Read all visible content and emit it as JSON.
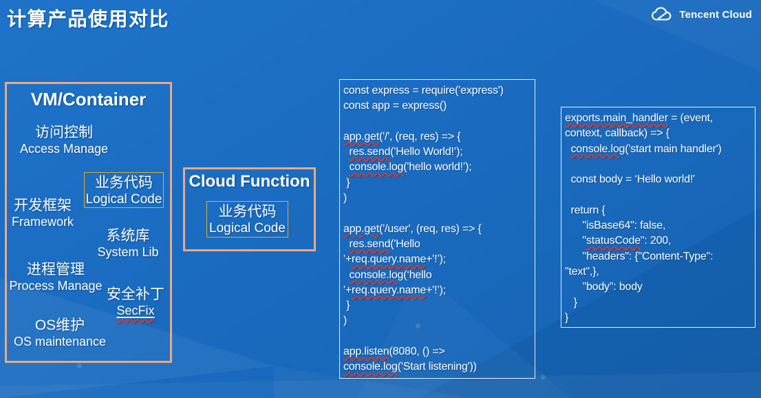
{
  "slide": {
    "title": "计算产品使用对比"
  },
  "brand": {
    "name": "Tencent Cloud",
    "icon": "tencent-cloud-icon"
  },
  "vm_box": {
    "title": "VM/Container",
    "items": [
      {
        "zh": "访问控制",
        "en": "Access Manage"
      },
      {
        "zh": "开发框架",
        "en": "Framework"
      },
      {
        "zh": "系统库",
        "en": "System Lib"
      },
      {
        "zh": "进程管理",
        "en": "Process Manage"
      },
      {
        "zh": "安全补丁",
        "en": "SecFix"
      },
      {
        "zh": "OS维护",
        "en": "OS maintenance"
      }
    ],
    "logical_code": {
      "zh": "业务代码",
      "en": "Logical Code"
    }
  },
  "cloud_function_box": {
    "title": "Cloud Function",
    "logical_code": {
      "zh": "业务代码",
      "en": "Logical Code"
    }
  },
  "code_block_express": {
    "lines": [
      [
        {
          "t": "const express = require('express')"
        }
      ],
      [
        {
          "t": "const app = express()"
        }
      ],
      [],
      [
        {
          "t": "app.get",
          "sq": true
        },
        {
          "t": "('/', (req, res) => {"
        }
      ],
      [
        {
          "t": "  "
        },
        {
          "t": "res.send",
          "sq": true
        },
        {
          "t": "('Hello World!’);"
        }
      ],
      [
        {
          "t": "  "
        },
        {
          "t": "console.log",
          "sq": true
        },
        {
          "t": "('hello world!’);"
        }
      ],
      [
        {
          "t": " }"
        }
      ],
      [
        {
          "t": ")"
        }
      ],
      [],
      [
        {
          "t": "app.get",
          "sq": true
        },
        {
          "t": "('/user', (req, res) => {"
        }
      ],
      [
        {
          "t": "  "
        },
        {
          "t": "res.send",
          "sq": true
        },
        {
          "t": "('Hello"
        }
      ],
      [
        {
          "t": "'+"
        },
        {
          "t": "req.query.name",
          "sq": true
        },
        {
          "t": "+'!’);"
        }
      ],
      [
        {
          "t": "  "
        },
        {
          "t": "console.log",
          "sq": true
        },
        {
          "t": "(‘hello"
        }
      ],
      [
        {
          "t": "'+"
        },
        {
          "t": "req.query.name",
          "sq": true
        },
        {
          "t": "+'!’);"
        }
      ],
      [
        {
          "t": " }"
        }
      ],
      [
        {
          "t": ")"
        }
      ],
      [],
      [
        {
          "t": "app.listen",
          "sq": true
        },
        {
          "t": "(8080, () =>"
        }
      ],
      [
        {
          "t": "console.log",
          "sq": true
        },
        {
          "t": "('Start listening'))"
        }
      ]
    ]
  },
  "code_block_scf": {
    "lines": [
      [
        {
          "t": "exports.main_handler",
          "sq": true
        },
        {
          "t": " = (event,"
        }
      ],
      [
        {
          "t": "context, callback) => {"
        }
      ],
      [
        {
          "t": "  "
        },
        {
          "t": "console.log",
          "sq": true
        },
        {
          "t": "('start main handler')"
        }
      ],
      [],
      [
        {
          "t": "  const body = ‘Hello world!'"
        }
      ],
      [],
      [
        {
          "t": "  return {"
        }
      ],
      [
        {
          "t": "      \"isBase64\": false,"
        }
      ],
      [
        {
          "t": "      \""
        },
        {
          "t": "statusCode",
          "sq": true
        },
        {
          "t": "\": 200,"
        }
      ],
      [
        {
          "t": "      \"headers\": {\"Content-Type\":"
        }
      ],
      [
        {
          "t": "\"text\",},"
        }
      ],
      [
        {
          "t": "      \"body\": body"
        }
      ],
      [
        {
          "t": "   }"
        }
      ],
      [
        {
          "t": "}"
        }
      ]
    ]
  },
  "colors": {
    "bg-top": "#1e73c9",
    "bg-bot": "#1563b2",
    "accent": "#ecaa80",
    "gold": "#d9ae35",
    "code-border": "#e6edf4",
    "squiggle": "#d93a2c"
  }
}
